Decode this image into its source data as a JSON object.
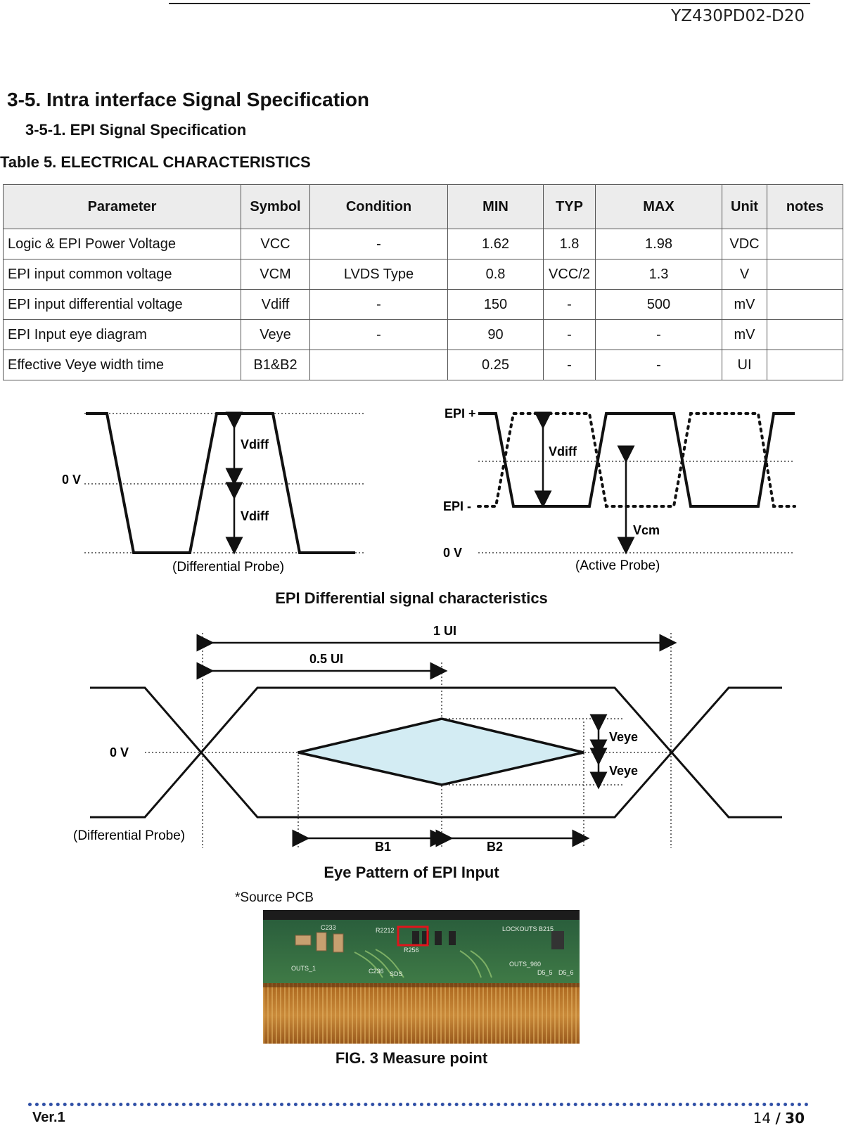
{
  "header": {
    "doc_id": "YZ430PD02-D20"
  },
  "section": {
    "title": "3-5. Intra interface Signal Specification",
    "subtitle": "3-5-1. EPI  Signal Specification",
    "table_caption": "Table 5.  ELECTRICAL CHARACTERISTICS"
  },
  "table": {
    "headers": [
      "Parameter",
      "Symbol",
      "Condition",
      "MIN",
      "TYP",
      "MAX",
      "Unit",
      "notes"
    ],
    "rows": [
      [
        "Logic & EPI Power Voltage",
        "VCC",
        "-",
        "1.62",
        "1.8",
        "1.98",
        "VDC",
        ""
      ],
      [
        "EPI input common voltage",
        "VCM",
        "LVDS Type",
        "0.8",
        "VCC/2",
        "1.3",
        "V",
        ""
      ],
      [
        "EPI input differential voltage",
        "Vdiff",
        "-",
        "150",
        "-",
        "500",
        "mV",
        ""
      ],
      [
        "EPI Input eye diagram",
        "Veye",
        "-",
        "90",
        "-",
        "-",
        "mV",
        ""
      ],
      [
        "Effective Veye width time",
        "B1&B2",
        "",
        "0.25",
        "-",
        "-",
        "UI",
        ""
      ]
    ]
  },
  "diagram1": {
    "zero_v": "0 V",
    "vdiff_upper": "Vdiff",
    "vdiff_lower": "Vdiff",
    "probe": "(Differential Probe)"
  },
  "diagram2": {
    "epi_plus": "EPI +",
    "epi_minus": "EPI -",
    "vdiff": "Vdiff",
    "vcm": "Vcm",
    "zero_v": "0 V",
    "probe": "(Active Probe)"
  },
  "caption1": "EPI Differential signal characteristics",
  "eye": {
    "one_ui": "1 UI",
    "half_ui": "0.5 UI",
    "zero_v": "0 V",
    "veye_upper": "Veye",
    "veye_lower": "Veye",
    "probe": "(Differential Probe)",
    "b1": "B1",
    "b2": "B2"
  },
  "caption2": "Eye Pattern of EPI Input",
  "pcb_label": "*Source PCB",
  "pcb_silk": {
    "a": "C233",
    "b": "R256",
    "c": "R2212",
    "d": "OUTS_1",
    "e": "C236",
    "f": "SDS",
    "g": "LOCKOUTS",
    "h": "OUTS_960",
    "i": "B215",
    "j": "D5_5",
    "k": "D5_6"
  },
  "caption3": "FIG. 3 Measure point",
  "footer": {
    "version": "Ver.1",
    "page": "14",
    "sep": "/",
    "total": "30"
  },
  "colors": {
    "eye_fill": "#d3ecf3",
    "footer_dots": "#2f4fa6",
    "marker": "#e0141c"
  }
}
